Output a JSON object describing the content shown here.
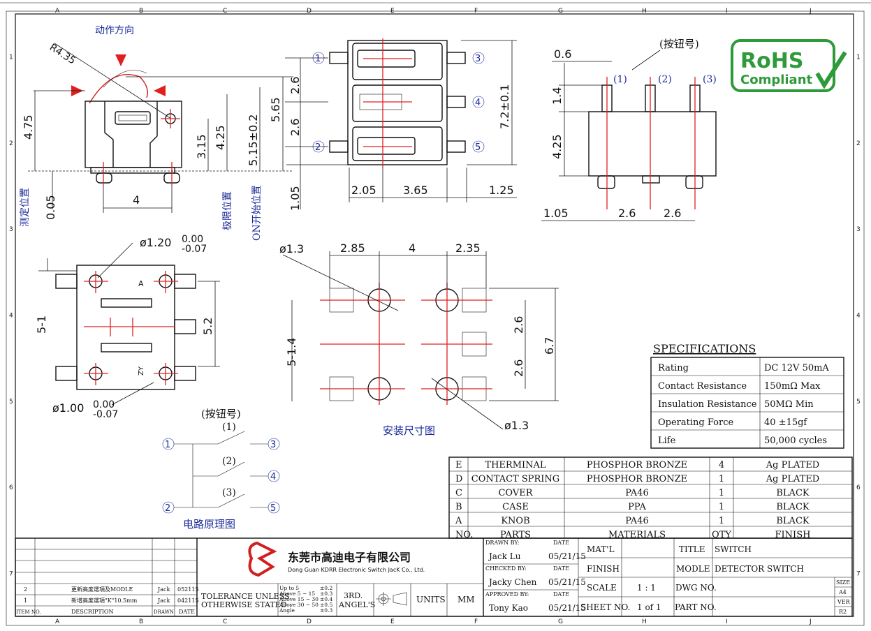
{
  "colors": {
    "line": "#111111",
    "center": "#e02020",
    "label_blue": "#1a2a9a",
    "rohs_green": "#2e9a3a",
    "pad_fill": "#e8d8a8"
  },
  "grid": {
    "cols": [
      "A",
      "B",
      "C",
      "D",
      "E",
      "F",
      "G",
      "H",
      "I",
      "J"
    ],
    "rows": [
      "1",
      "2",
      "3",
      "4",
      "5",
      "6",
      "7"
    ]
  },
  "side_view": {
    "motion_label": "动作方向",
    "radius": "R4.35",
    "d_475": "4.75",
    "d_005": "0.05",
    "d_4": "4",
    "d_315": "3.15",
    "d_425": "4.25",
    "d_515": "5.15±0.2",
    "d_565": "5.65",
    "lbl_measure": "测定位置",
    "lbl_limit": "极限位置",
    "lbl_on": "ON开始位置"
  },
  "top_view": {
    "d_26a": "2.6",
    "d_26b": "2.6",
    "d_105": "1.05",
    "d_72": "7.2±0.1",
    "d_205": "2.05",
    "d_365": "3.65",
    "d_125": "1.25",
    "pins": [
      "1",
      "2",
      "3",
      "4",
      "5"
    ]
  },
  "front_view": {
    "button_label": "(按钮号)",
    "d_06": "0.6",
    "d_14": "1.4",
    "d_425": "4.25",
    "d_105": "1.05",
    "d_26a": "2.6",
    "d_26b": "2.6",
    "buttons": [
      "(1)",
      "(2)",
      "(3)"
    ]
  },
  "rohs": {
    "line1": "RoHS",
    "line2": "Compliant"
  },
  "bottom_view": {
    "d_hole1": "ø1.20",
    "d_hole1_up": "0.00",
    "d_hole1_lo": "-0.07",
    "d_51": "5-1",
    "d_52": "5.2",
    "d_hole2": "ø1.00",
    "d_hole2_up": "0.00",
    "d_hole2_lo": "-0.07",
    "mark_a": "A",
    "mark_zy": "ZY"
  },
  "footprint": {
    "d_13a": "ø1.3",
    "d_285": "2.85",
    "d_4": "4",
    "d_235": "2.35",
    "d_514": "5-1.4",
    "d_26a": "2.6",
    "d_26b": "2.6",
    "d_67": "6.7",
    "d_13b": "ø1.3",
    "caption": "安装尺寸图"
  },
  "circuit": {
    "button_label": "(按钮号)",
    "b1": "(1)",
    "b2": "(2)",
    "b3": "(3)",
    "caption": "电路原理图",
    "pins": [
      "1",
      "2",
      "3",
      "4",
      "5"
    ]
  },
  "specifications": {
    "title": "SPECIFICATIONS",
    "rows": [
      {
        "name": "Rating",
        "value": "DC 12V  50mA"
      },
      {
        "name": "Contact Resistance",
        "value": "150mΩ  Max"
      },
      {
        "name": "Insulation Resistance",
        "value": "50MΩ  Min"
      },
      {
        "name": "Operating Force",
        "value": "40 ±15gf"
      },
      {
        "name": "Life",
        "value": "50,000 cycles"
      }
    ]
  },
  "bom": {
    "rows": [
      {
        "no": "E",
        "part": "THERMINAL",
        "material": "PHOSPHOR BRONZE",
        "qty": "4",
        "finish": "Ag PLATED"
      },
      {
        "no": "D",
        "part": "CONTACT SPRING",
        "material": "PHOSPHOR BRONZE",
        "qty": "1",
        "finish": "Ag PLATED"
      },
      {
        "no": "C",
        "part": "COVER",
        "material": "PA46",
        "qty": "1",
        "finish": "BLACK"
      },
      {
        "no": "B",
        "part": "CASE",
        "material": "PPA",
        "qty": "1",
        "finish": "BLACK"
      },
      {
        "no": "A",
        "part": "KNOB",
        "material": "PA46",
        "qty": "1",
        "finish": "BLACK"
      }
    ],
    "header": {
      "no": "NO.",
      "part": "PARTS",
      "material": "MATERIALS",
      "qty": "QTY",
      "finish": "FINISH"
    }
  },
  "revisions": {
    "rows": [
      {
        "item": "2",
        "desc": "更新高度選項及MODLE",
        "drawn": "Jack",
        "date": "052115"
      },
      {
        "item": "1",
        "desc": "新增高度選項\"K\"10.5mm",
        "drawn": "Jack",
        "date": "042115"
      }
    ],
    "header": {
      "item": "ITEM NO.",
      "desc": "DESCRIPTION",
      "drawn": "DRAWN",
      "date": "DATE"
    }
  },
  "company": {
    "name_cn": "东莞市高迪电子有限公司",
    "name_en": "Dong Guan KDRR  Electronic Switch JacK Co., Ltd."
  },
  "tolerance": {
    "label1": "TOLERANCE UNLESS",
    "label2": "OTHERWISE STATED :",
    "r1": "Up to 5",
    "r1v": "±0.2",
    "r2": "Above 5  ~ 15",
    "r2v": "±0.3",
    "r3": "Above 15 ~ 30",
    "r3v": "±0.4",
    "r4": "Above 30 ~ 50",
    "r4v": "±0.5",
    "r5": "Angle",
    "r5v": "±0.3",
    "angle1": "3RD.",
    "angle2": "ANGEL'S",
    "units_label": "UNITS",
    "units": "MM"
  },
  "title_block": {
    "drawn_by": "DRAWN BY:",
    "date_lbl": "DATE",
    "drawn_name": "Jack  Lu",
    "drawn_date": "05/21/15",
    "checked_by": "CHECKED BY:",
    "checked_name": "Jacky Chen",
    "checked_date": "05/21/15",
    "approved_by": "APPROVED BY:",
    "approved_name": "Tony Kao",
    "approved_date": "05/21/15",
    "matl": "MAT'L",
    "finish": "FINISH",
    "scale": "SCALE",
    "scale_val": "1 : 1",
    "sheet": "SHEET NO.",
    "sheet_val": "1 of 1",
    "title": "TITLE",
    "title_val": "SWITCH",
    "modle": "MODLE",
    "modle_val": "DETECTOR SWITCH",
    "dwg": "DWG NO.",
    "part": "PART NO.",
    "size": "SIZE",
    "size_val": "A4",
    "ver": "VER",
    "ver_val": "R2"
  }
}
